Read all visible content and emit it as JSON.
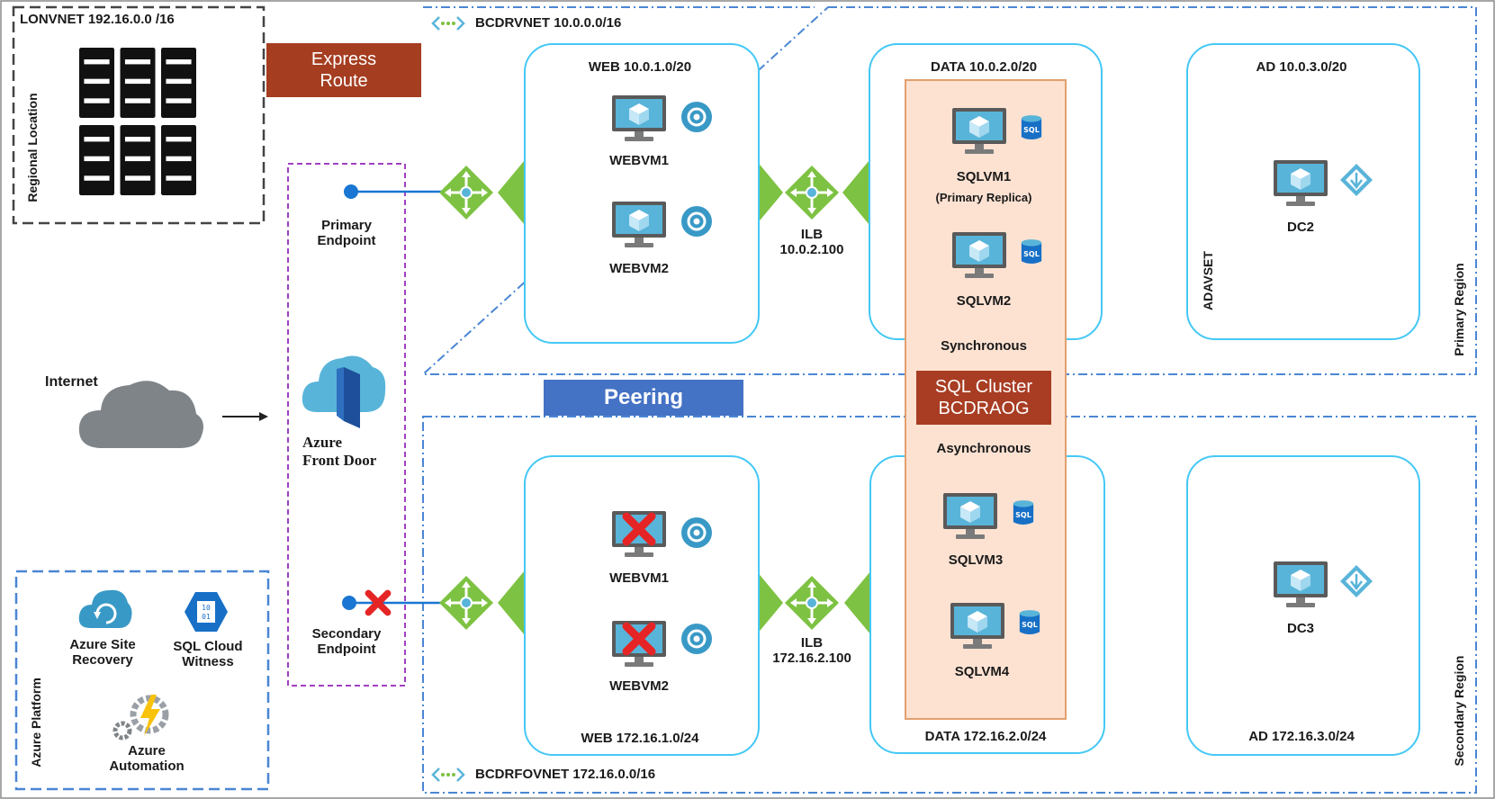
{
  "colors": {
    "subnet_border": "#44c8f5",
    "vnet_border": "#4a86d4",
    "express_route": "#a53d20",
    "peering": "#4472c4",
    "sql_cluster": "#a83d23",
    "cluster_panel": "#fde2d2",
    "green_lb": "#7dc242",
    "endpoint_line": "#1976d2",
    "fail_x": "#e52525",
    "front_door_border": "#a040c0"
  },
  "onprem": {
    "vnet_label": "LONVNET 192.16.0.0 /16",
    "side_label": "Regional Location",
    "icon": "server-rack-icon"
  },
  "express_route": {
    "line1": "Express",
    "line2": "Route"
  },
  "internet": {
    "label": "Internet",
    "icon": "cloud-icon"
  },
  "front_door": {
    "label_line1": "Azure",
    "label_line2": "Front Door",
    "primary_line1": "Primary",
    "primary_line2": "Endpoint",
    "secondary_line1": "Secondary",
    "secondary_line2": "Endpoint",
    "icon": "front-door-icon"
  },
  "platform": {
    "side_label": "Azure Platform",
    "site_recovery_line1": "Azure Site",
    "site_recovery_line2": "Recovery",
    "witness_line1": "SQL Cloud",
    "witness_line2": "Witness",
    "automation_line1": "Azure",
    "automation_line2": "Automation"
  },
  "primary": {
    "vnet_label": "BCDRVNET 10.0.0.0/16",
    "region_label": "Primary Region",
    "web_subnet": "WEB 10.0.1.0/20",
    "data_subnet": "DATA 10.0.2.0/20",
    "ad_subnet": "AD 10.0.3.0/20",
    "webvm1": "WEBVM1",
    "webvm2": "WEBVM2",
    "ilb_line1": "ILB",
    "ilb_line2": "10.0.2.100",
    "sqlvm1": "SQLVM1",
    "sqlvm1_role": "(Primary Replica)",
    "sqlvm2": "SQLVM2",
    "avset": "ADAVSET",
    "dc": "DC2"
  },
  "secondary": {
    "vnet_label": "BCDRFOVNET 172.16.0.0/16",
    "region_label": "Secondary Region",
    "web_subnet": "WEB 172.16.1.0/24",
    "data_subnet": "DATA 172.16.2.0/24",
    "ad_subnet": "AD 172.16.3.0/24",
    "webvm1": "WEBVM1",
    "webvm2": "WEBVM2",
    "ilb_line1": "ILB",
    "ilb_line2": "172.16.2.100",
    "sqlvm3": "SQLVM3",
    "sqlvm4": "SQLVM4",
    "dc": "DC3"
  },
  "cluster": {
    "synchronous": "Synchronous",
    "line1": "SQL Cluster",
    "line2": "BCDRAOG",
    "asynchronous": "Asynchronous"
  },
  "peering": {
    "label": "Peering"
  },
  "sql_badge": "SQL"
}
